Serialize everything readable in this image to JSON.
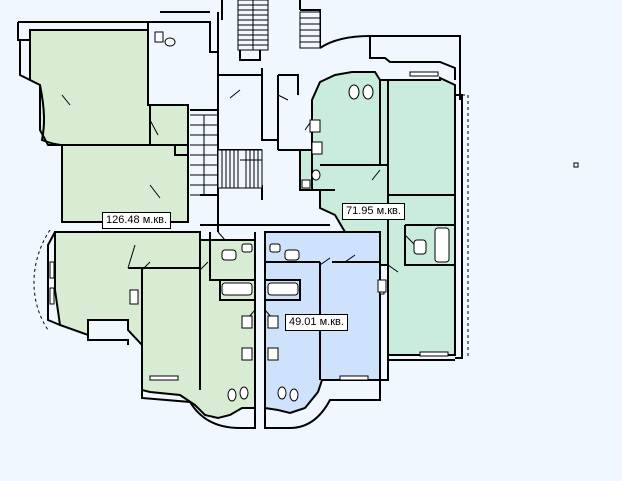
{
  "apartments": [
    {
      "id": "apt-126",
      "area_label": "126.48 м.кв.",
      "fill": "#d8ecd3"
    },
    {
      "id": "apt-72",
      "area_label": "71.95 м.кв.",
      "fill": "#c9ecdc"
    },
    {
      "id": "apt-49",
      "area_label": "49.01 м.кв.",
      "fill": "#cfe2fb"
    }
  ],
  "colors": {
    "background": "#f0f7ff",
    "wall": "#000000"
  }
}
